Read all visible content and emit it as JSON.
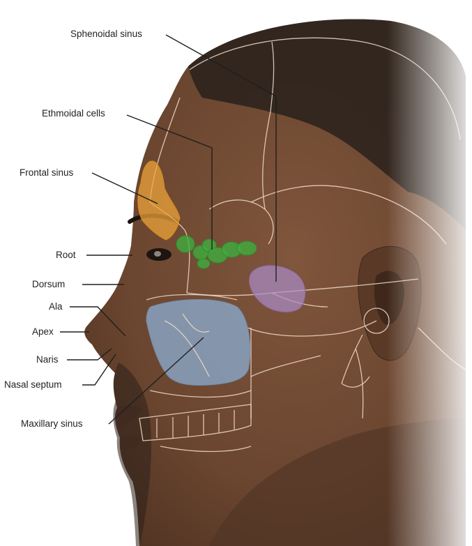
{
  "labels": {
    "sphenoidal_sinus": "Sphenoidal sinus",
    "ethmoidal_cells": "Ethmoidal cells",
    "frontal_sinus": "Frontal sinus",
    "root": "Root",
    "dorsum": "Dorsum",
    "ala": "Ala",
    "apex": "Apex",
    "naris": "Naris",
    "nasal_septum": "Nasal septum",
    "maxillary_sinus": "Maxillary sinus"
  },
  "colors": {
    "frontal_sinus": "#f0a63a",
    "ethmoidal_cells": "#3fae3f",
    "sphenoidal_sinus": "#a98bc6",
    "maxillary_sinus": "#8aa8c9",
    "skin": "#6b4630",
    "hair": "#2b221c"
  }
}
